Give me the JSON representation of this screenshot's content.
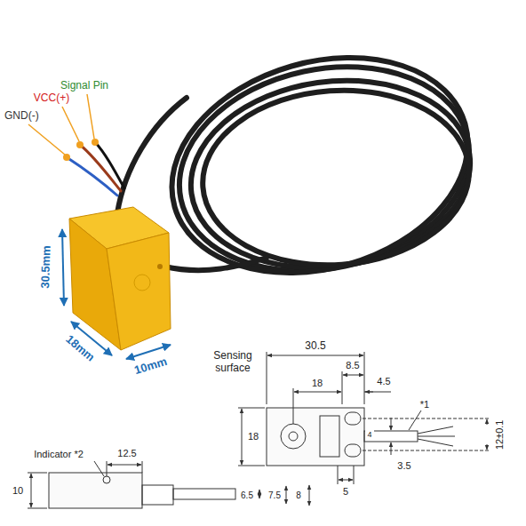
{
  "diagram": {
    "labels": [
      "Signal Pin",
      "VCC(+)",
      "GND(-)",
      "30.5mm",
      "18mm",
      "10mm",
      "Sensing surface",
      "30.5",
      "8.5",
      "18",
      "4.5",
      "*1",
      "18",
      "4",
      "12±0.1",
      "3.5",
      "5",
      "Indicator *2",
      "12.5",
      "10",
      "6.5",
      "7.5",
      "8"
    ]
  }
}
